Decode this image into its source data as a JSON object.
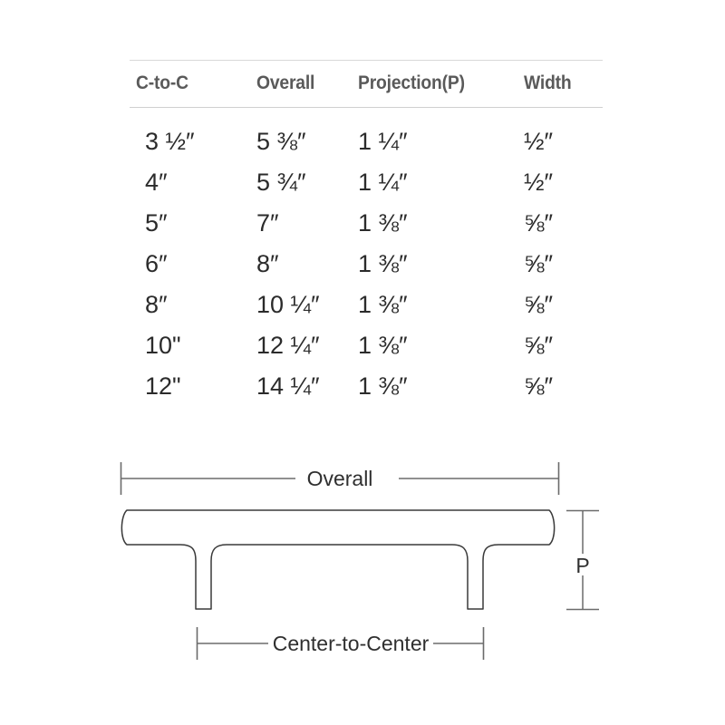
{
  "table": {
    "columns": [
      "C-to-C",
      "Overall",
      "Projection(P)",
      "Width"
    ],
    "rows": [
      {
        "c_to_c": "3 ½″",
        "overall": "5 ⅜″",
        "projection": "1 ¼″",
        "width": "½″"
      },
      {
        "c_to_c": "4″",
        "overall": "5 ¾″",
        "projection": "1 ¼″",
        "width": "½″"
      },
      {
        "c_to_c": "5″",
        "overall": "7″",
        "projection": "1 ⅜″",
        "width": "⅝″"
      },
      {
        "c_to_c": "6″",
        "overall": "8″",
        "projection": "1 ⅜″",
        "width": "⅝″"
      },
      {
        "c_to_c": "8″",
        "overall": "10 ¼″",
        "projection": "1 ⅜″",
        "width": "⅝″"
      },
      {
        "c_to_c": "10\"",
        "overall": "12 ¼″",
        "projection": "1 ⅜″",
        "width": "⅝″"
      },
      {
        "c_to_c": "12\"",
        "overall": "14 ¼″",
        "projection": "1 ⅜″",
        "width": "⅝″"
      }
    ]
  },
  "diagram": {
    "overall_label": "Overall",
    "projection_label": "P",
    "center_to_center_label": "Center-to-Center"
  },
  "colors": {
    "background": "#ffffff",
    "header_text": "#5a5a5a",
    "body_text": "#2b2b2b",
    "rule": "#cfcfcf",
    "drawing_line": "#3a3a3a",
    "dimension_line": "#6b6b6b"
  }
}
